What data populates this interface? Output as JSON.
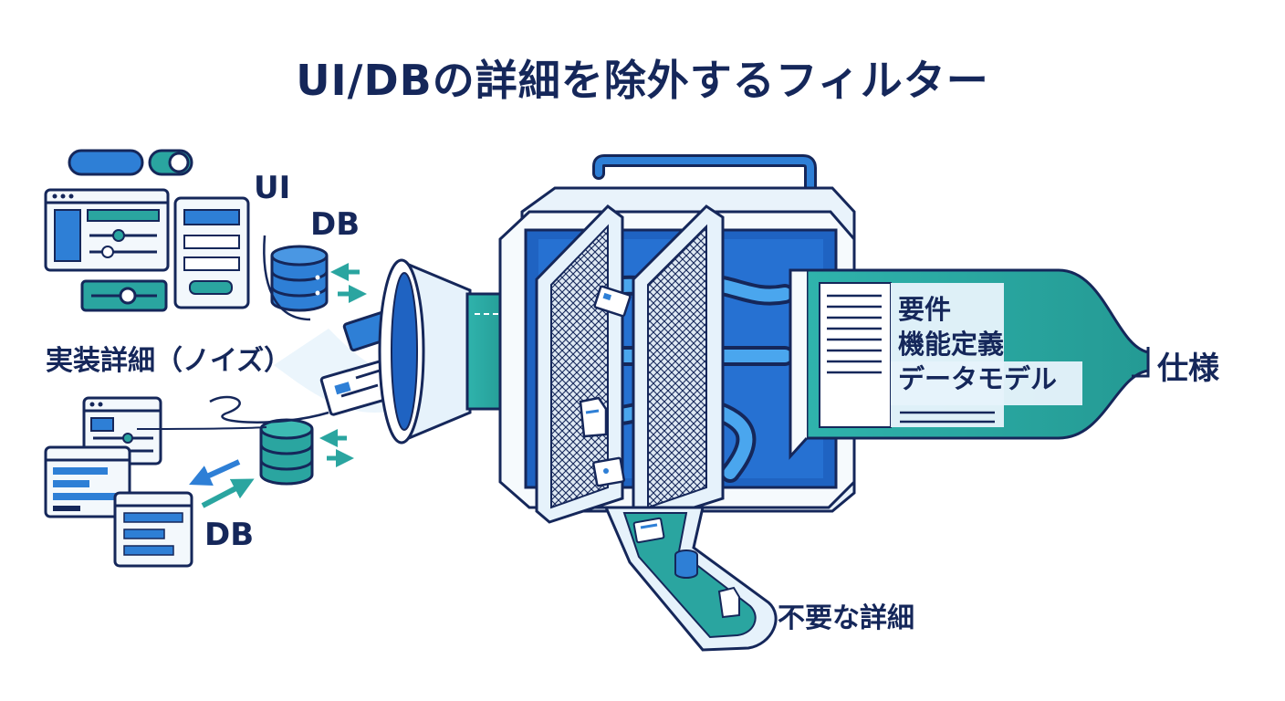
{
  "title": "UI/DBの詳細を除外するフィルター",
  "inputs": {
    "ui_label": "UI",
    "db_label_top": "DB",
    "db_label_bottom": "DB",
    "noise_label": "実装詳細（ノイズ）"
  },
  "output": {
    "items": [
      "要件",
      "機能定義",
      "データモデル"
    ],
    "spec_label": "仕様"
  },
  "discard": {
    "label": "不要な詳細"
  },
  "colors": {
    "navy": "#15275a",
    "blue": "#2e7fd6",
    "deep_blue": "#1f63c2",
    "teal": "#2aa5a0",
    "light_blue": "#e6f2fb",
    "pale": "#f3f8fc"
  }
}
